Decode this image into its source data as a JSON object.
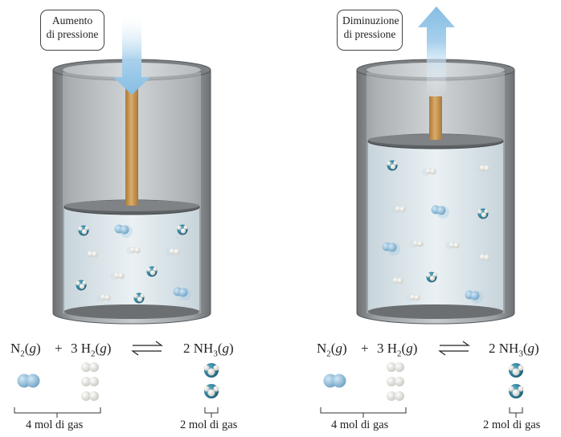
{
  "left_panel": {
    "callout": [
      "Aumento",
      "di pressione"
    ],
    "equation": {
      "n2": {
        "sym": "N",
        "sub": "2",
        "state": "g"
      },
      "plus": "+",
      "h2": {
        "coef": "3",
        "sym": "H",
        "sub": "2",
        "state": "g"
      },
      "nh3": {
        "coef": "2",
        "sym": "NH",
        "sub": "3",
        "state": "g"
      }
    },
    "reactant_label": "4 mol di gas",
    "product_label": "2 mol di gas"
  },
  "right_panel": {
    "callout": [
      "Diminuzione",
      "di pressione"
    ],
    "equation": {
      "n2": {
        "sym": "N",
        "sub": "2",
        "state": "g"
      },
      "plus": "+",
      "h2": {
        "coef": "3",
        "sym": "H",
        "sub": "2",
        "state": "g"
      },
      "nh3": {
        "coef": "2",
        "sym": "NH",
        "sub": "3",
        "state": "g"
      }
    },
    "reactant_label": "4 mol di gas",
    "product_label": "2 mol di gas"
  },
  "colors": {
    "cylinder": "#8f9396",
    "cylinder_dark": "#5a5e61",
    "gas": "#e6eff3",
    "rod": "#c9954f",
    "arrow": "#9fcbea",
    "nitrogen": "#2a7d99",
    "nitrogen_molecule": "#8fbcd8",
    "hydrogen": "#e8e8e2"
  }
}
